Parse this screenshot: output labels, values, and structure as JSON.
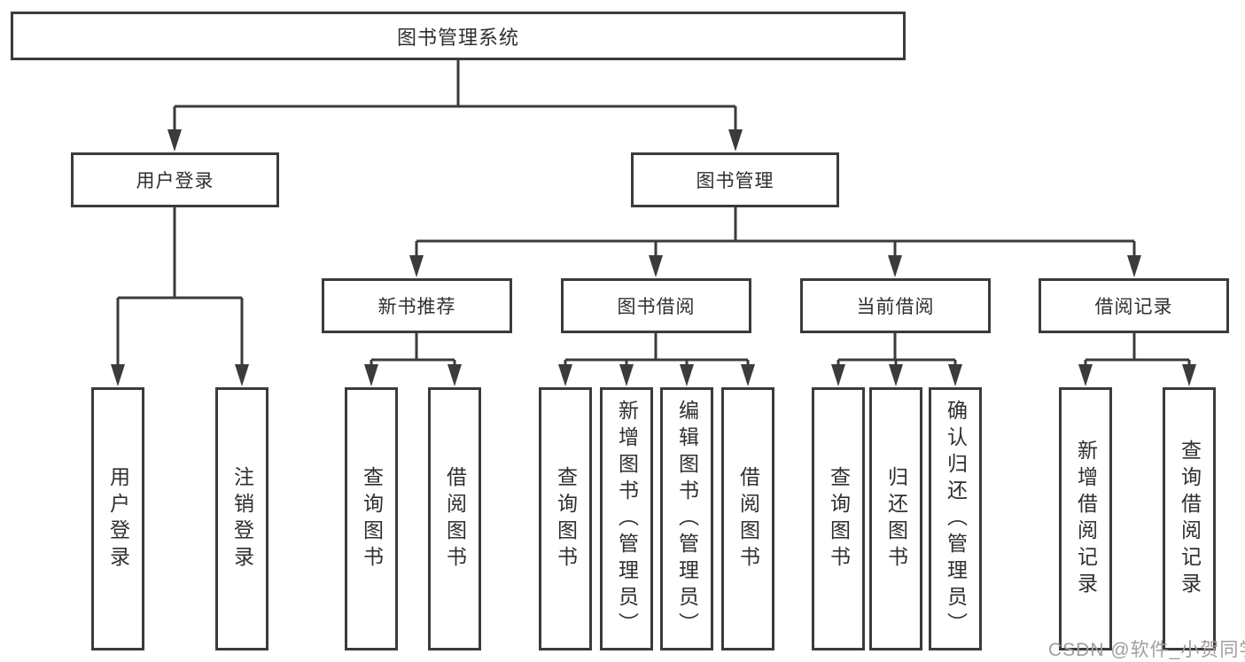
{
  "diagram": {
    "root": {
      "label": "图书管理系统"
    },
    "level2": {
      "user_login": {
        "label": "用户登录"
      },
      "book_management": {
        "label": "图书管理"
      }
    },
    "level3": {
      "new_book_recommend": {
        "label": "新书推荐"
      },
      "book_borrow": {
        "label": "图书借阅"
      },
      "current_borrow": {
        "label": "当前借阅"
      },
      "borrow_record": {
        "label": "借阅记录"
      }
    },
    "leaves": {
      "user_login": [
        "用户登录",
        "注销登录"
      ],
      "new_book_recommend": [
        "查询图书",
        "借阅图书"
      ],
      "book_borrow": [
        "查询图书",
        "新增图书（管理员）",
        "编辑图书（管理员）",
        "借阅图书"
      ],
      "current_borrow": [
        "查询图书",
        "归还图书",
        "确认归还（管理员）"
      ],
      "borrow_record": [
        "新增借阅记录",
        "查询借阅记录"
      ]
    }
  },
  "watermark": {
    "text": "CSDN @软件_小贺同学"
  },
  "colors": {
    "line": "#3b3b3b",
    "text": "#2f2f2f",
    "watermark": "#a39c9e",
    "background": "#ffffff"
  }
}
